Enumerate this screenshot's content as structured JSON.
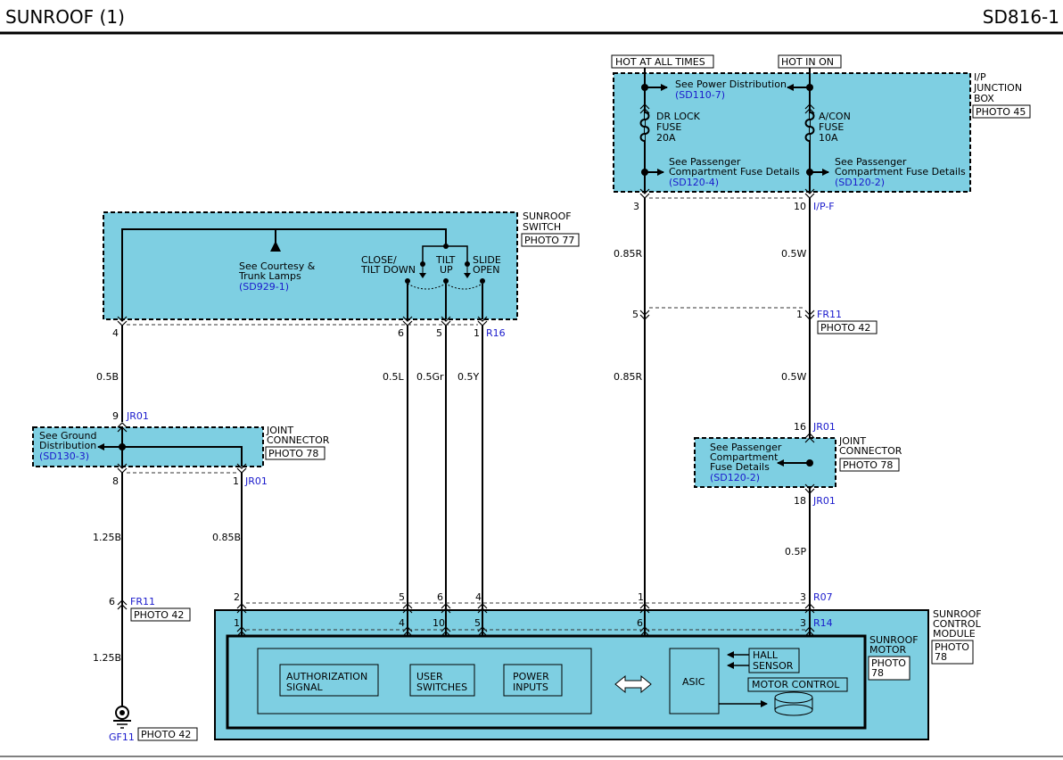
{
  "header": {
    "title": "SUNROOF (1)",
    "page_code": "SD816-1"
  },
  "colors": {
    "box_fill": "#7ecfe2",
    "wire": "#000000",
    "ref_blue": "#1a1acc",
    "dash": "#333333"
  },
  "ipjb": {
    "label_line1": "I/P",
    "label_line2": "JUNCTION",
    "label_line3": "BOX",
    "photo": "PHOTO 45",
    "hot_always": "HOT AT ALL TIMES",
    "hot_in_on": "HOT IN ON",
    "power_dist_text": "See Power Distribution",
    "power_dist_ref": "(SD110-7)",
    "fuse1_line1": "DR LOCK",
    "fuse1_line2": "FUSE",
    "fuse1_line3": "20A",
    "fuse2_line1": "A/CON",
    "fuse2_line2": "FUSE",
    "fuse2_line3": "10A",
    "pcfd1_line1": "See Passenger",
    "pcfd1_line2": "Compartment Fuse Details",
    "pcfd1_ref": "(SD120-4)",
    "pcfd2_line1": "See Passenger",
    "pcfd2_line2": "Compartment Fuse Details",
    "pcfd2_ref": "(SD120-2)",
    "pin3": "3",
    "pin10": "10",
    "connector": "I/P-F"
  },
  "switch": {
    "label_line1": "SUNROOF",
    "label_line2": "SWITCH",
    "photo": "PHOTO 77",
    "courtesy_line1": "See Courtesy &",
    "courtesy_line2": "Trunk Lamps",
    "courtesy_ref": "(SD929-1)",
    "close_line1": "CLOSE/",
    "close_line2": "TILT DOWN",
    "tilt_line1": "TILT",
    "tilt_line2": "UP",
    "slide_line1": "SLIDE",
    "slide_line2": "OPEN",
    "pin4": "4",
    "pin6": "6",
    "pin5": "5",
    "pin1": "1",
    "connector": "R16"
  },
  "wires": {
    "w_085r_top": "0.85R",
    "w_05w_top": "0.5W",
    "w_085r_mid": "0.85R",
    "w_05w_mid": "0.5W",
    "w_05b": "0.5B",
    "w_05l": "0.5L",
    "w_05gr": "0.5Gr",
    "w_05y": "0.5Y",
    "w_125b_top": "1.25B",
    "w_085b": "0.85B",
    "w_05p": "0.5P",
    "w_125b_bot": "1.25B"
  },
  "fr11_top": {
    "pin5": "5",
    "pin1": "1",
    "connector": "FR11",
    "photo": "PHOTO 42"
  },
  "jc_left": {
    "label_line1": "JOINT",
    "label_line2": "CONNECTOR",
    "photo": "PHOTO 78",
    "ground_line1": "See Ground",
    "ground_line2": "Distribution",
    "ground_ref": "(SD130-3)",
    "pin9": "9",
    "pin9_conn": "JR01",
    "pin8": "8",
    "pin1": "1",
    "pin1_conn": "JR01"
  },
  "jc_right": {
    "label_line1": "JOINT",
    "label_line2": "CONNECTOR",
    "photo": "PHOTO 78",
    "pcfd_line1": "See Passenger",
    "pcfd_line2": "Compartment",
    "pcfd_line3": "Fuse Details",
    "pcfd_ref": "(SD120-2)",
    "pin16": "16",
    "pin16_conn": "JR01",
    "pin18": "18",
    "pin18_conn": "JR01"
  },
  "fr11_bottom": {
    "pin6": "6",
    "connector": "FR11",
    "photo": "PHOTO 42"
  },
  "r07": {
    "pin2": "2",
    "pin5": "5",
    "pin6": "6",
    "pin4": "4",
    "pin1": "1",
    "pin3": "3",
    "connector": "R07"
  },
  "module": {
    "label_line1": "SUNROOF",
    "label_line2": "CONTROL",
    "label_line3": "MODULE",
    "photo_line1": "PHOTO",
    "photo_line2": "78",
    "pin1": "1",
    "pin4": "4",
    "pin10": "10",
    "pin5": "5",
    "pin6": "6",
    "pin3": "3",
    "connector": "R14"
  },
  "motor": {
    "label_line1": "SUNROOF",
    "label_line2": "MOTOR",
    "photo_line1": "PHOTO",
    "photo_line2": "78",
    "auth_line1": "AUTHORIZATION",
    "auth_line2": "SIGNAL",
    "user_line1": "USER",
    "user_line2": "SWITCHES",
    "power_line1": "POWER",
    "power_line2": "INPUTS",
    "asic": "ASIC",
    "hall_line1": "HALL",
    "hall_line2": "SENSOR",
    "motor_control": "MOTOR CONTROL"
  },
  "ground": {
    "name": "GF11",
    "photo": "PHOTO 42"
  }
}
